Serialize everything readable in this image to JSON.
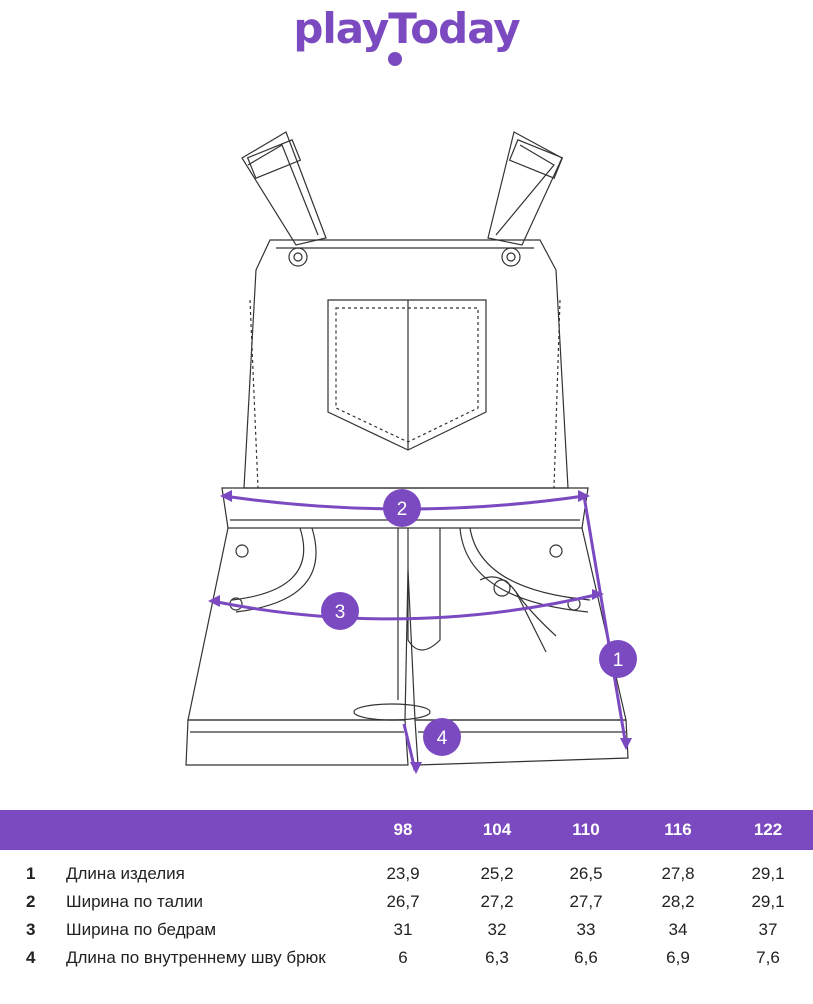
{
  "brand": {
    "logo_text": "playToday",
    "color": "#7b4ac1"
  },
  "diagram": {
    "markers": [
      "1",
      "2",
      "3",
      "4"
    ],
    "line_color": "#7b4ac1",
    "garment_stroke": "#333333"
  },
  "table": {
    "header_color": "#7b4ac1",
    "sizes": [
      "98",
      "104",
      "110",
      "116",
      "122"
    ],
    "rows": [
      {
        "num": "1",
        "label": "Длина изделия",
        "values": [
          "23,9",
          "25,2",
          "26,5",
          "27,8",
          "29,1"
        ]
      },
      {
        "num": "2",
        "label": "Ширина по талии",
        "values": [
          "26,7",
          "27,2",
          "27,7",
          "28,2",
          "29,1"
        ]
      },
      {
        "num": "3",
        "label": "Ширина по бедрам",
        "values": [
          "31",
          "32",
          "33",
          "34",
          "37"
        ]
      },
      {
        "num": "4",
        "label": "Длина по внутреннему шву брюк",
        "values": [
          "6",
          "6,3",
          "6,6",
          "6,9",
          "7,6"
        ]
      }
    ]
  }
}
